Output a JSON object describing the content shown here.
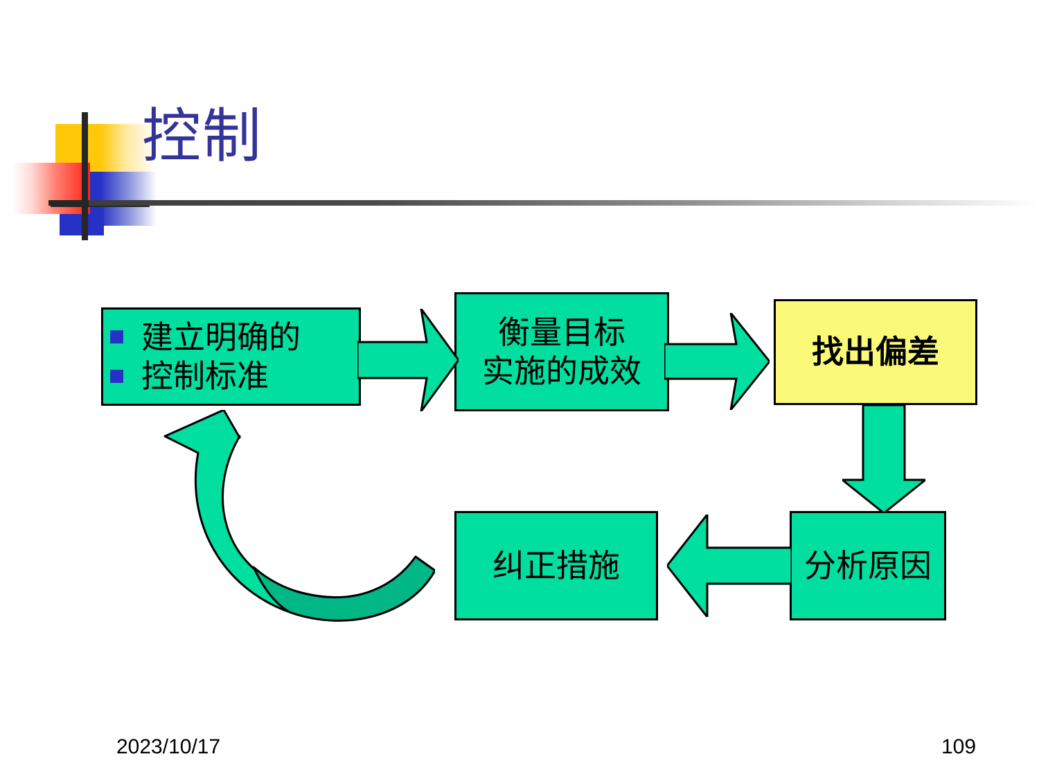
{
  "slide": {
    "title": "控制",
    "title_color": "#333399",
    "background": "#ffffff"
  },
  "theme": {
    "box_green": "#00DFA0",
    "box_yellow": "#FAFA78",
    "arrow_green": "#00DFA0",
    "arrow_green_dark": "#00B785",
    "bullet_blue": "#2632C6",
    "logo_yellow": "#FFC809",
    "logo_red": "#FF2014",
    "logo_blue": "#2632C6",
    "rule_dark": "#262626"
  },
  "diagram": {
    "type": "flowchart",
    "nodes": [
      {
        "id": "standards",
        "fill": "#00DFA0",
        "bulleted": true,
        "lines": [
          "建立明确的",
          "控制标准"
        ]
      },
      {
        "id": "measure",
        "fill": "#00DFA0",
        "bulleted": false,
        "lines": [
          "衡量目标",
          "实施的成效"
        ]
      },
      {
        "id": "deviation",
        "fill": "#FAFA78",
        "bulleted": false,
        "bold": true,
        "lines": [
          "找出偏差"
        ]
      },
      {
        "id": "corrective",
        "fill": "#00DFA0",
        "bulleted": false,
        "lines": [
          "纠正措施"
        ]
      },
      {
        "id": "analyze",
        "fill": "#00DFA0",
        "bulleted": false,
        "lines": [
          "分析原因"
        ]
      }
    ],
    "edges": [
      {
        "id": "e1",
        "from": "standards",
        "to": "measure",
        "direction": "right"
      },
      {
        "id": "e2",
        "from": "measure",
        "to": "deviation",
        "direction": "right"
      },
      {
        "id": "e3",
        "from": "deviation",
        "to": "analyze",
        "direction": "down"
      },
      {
        "id": "e4",
        "from": "analyze",
        "to": "corrective",
        "direction": "left"
      },
      {
        "id": "e5",
        "from": "corrective",
        "to": "standards",
        "direction": "curved-up-left"
      }
    ]
  },
  "footer": {
    "date": "2023/10/17",
    "page_number": "109"
  }
}
